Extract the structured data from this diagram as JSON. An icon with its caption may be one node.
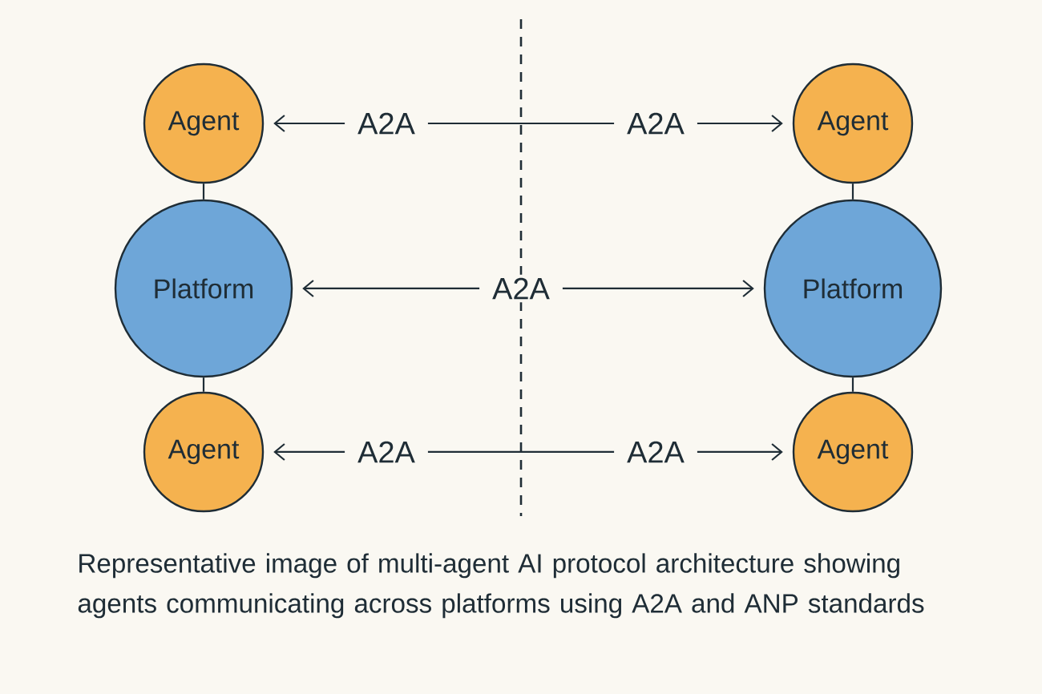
{
  "diagram": {
    "caption": "Representative image of multi-agent AI protocol architecture showing agents communicating across platforms using A2A and ANP standards",
    "nodes": [
      {
        "text": [
          "Agent"
        ]
      },
      {
        "text": [
          "Agent"
        ]
      },
      {
        "text": [
          "Platform"
        ]
      },
      {
        "text": [
          "Platform"
        ]
      },
      {
        "text": [
          "Agent"
        ]
      },
      {
        "text": [
          "Agent"
        ]
      }
    ],
    "edges": [
      {
        "from": 0,
        "to": 1,
        "arrow": "both",
        "label": "A2A"
      },
      {
        "from": 2,
        "to": 3,
        "arrow": "both",
        "label": "A2A"
      },
      {
        "from": 4,
        "to": 5,
        "arrow": "both",
        "label": "A2A"
      },
      {
        "from": 0,
        "to": 2,
        "arrow": "none"
      },
      {
        "from": 1,
        "to": 3,
        "arrow": "none"
      },
      {
        "from": 2,
        "to": 4,
        "arrow": "none"
      },
      {
        "from": 3,
        "to": 5,
        "arrow": "none"
      }
    ],
    "labels": [
      "A2A",
      "A2A"
    ]
  }
}
